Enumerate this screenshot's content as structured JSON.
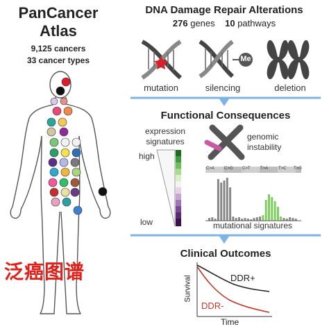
{
  "atlas": {
    "title_line1": "PanCancer",
    "title_line2": "Atlas",
    "count_cancers": "9,125",
    "count_cancers_label": "cancers",
    "count_types": "33",
    "count_types_label": "cancer types",
    "overlay_text": "泛癌图谱"
  },
  "ddr": {
    "title": "DNA Damage Repair Alterations",
    "genes_count": "276",
    "genes_label": "genes",
    "pathways_count": "10",
    "pathways_label": "pathways",
    "alterations": [
      "mutation",
      "silencing",
      "deletion"
    ],
    "silencing_tag": "Me"
  },
  "functional": {
    "title": "Functional Consequences",
    "expression_label_1": "expression",
    "expression_label_2": "signatures",
    "high_label": "high",
    "low_label": "low",
    "genomic_label_1": "genomic",
    "genomic_label_2": "instability",
    "mut_sig_label": "mutational signatures",
    "substitution_types": [
      "C>A",
      "C>G",
      "C>T",
      "T>A",
      "T>C",
      "T>G"
    ]
  },
  "clinical": {
    "title": "Clinical Outcomes",
    "y_label": "Survival",
    "x_label": "Time",
    "series": [
      "DDR+",
      "DDR-"
    ]
  },
  "colors": {
    "arrow_blue": "#7fb3e3",
    "mutation_star": "#d9202a",
    "ddr_minus": "#c0392b",
    "cjk_red": "#e0201a",
    "bar_gray": "#888888",
    "bar_green": "#7ccf5c"
  }
}
